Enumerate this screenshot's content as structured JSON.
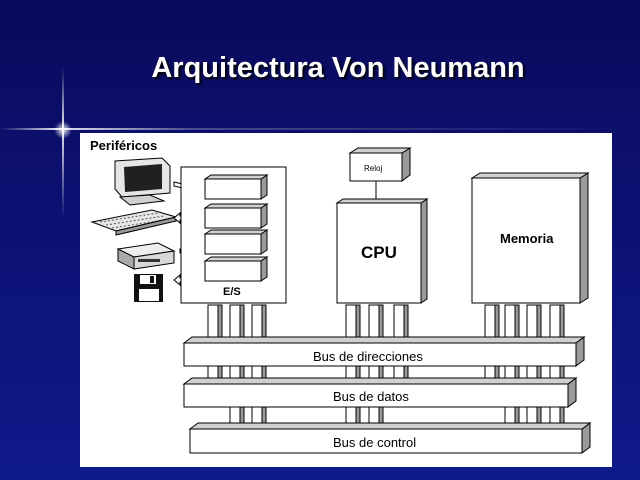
{
  "slide": {
    "title": "Arquitectura Von Neumann"
  },
  "diagram": {
    "peripherals_label": "Periféricos",
    "io_label": "E/S",
    "clock_label": "Reloj",
    "cpu_label": "CPU",
    "memory_label": "Memoria",
    "address_bus_label": "Bus de direcciones",
    "data_bus_label": "Bus de datos",
    "control_bus_label": "Bus de control",
    "peripherals": [
      "monitor-icon",
      "keyboard-icon",
      "printer-icon",
      "floppy-disk-icon"
    ],
    "colors": {
      "background": "#0c1070",
      "panel": "#ffffff",
      "box_top": "#d0d0d0",
      "box_side": "#9a9a9a"
    }
  }
}
